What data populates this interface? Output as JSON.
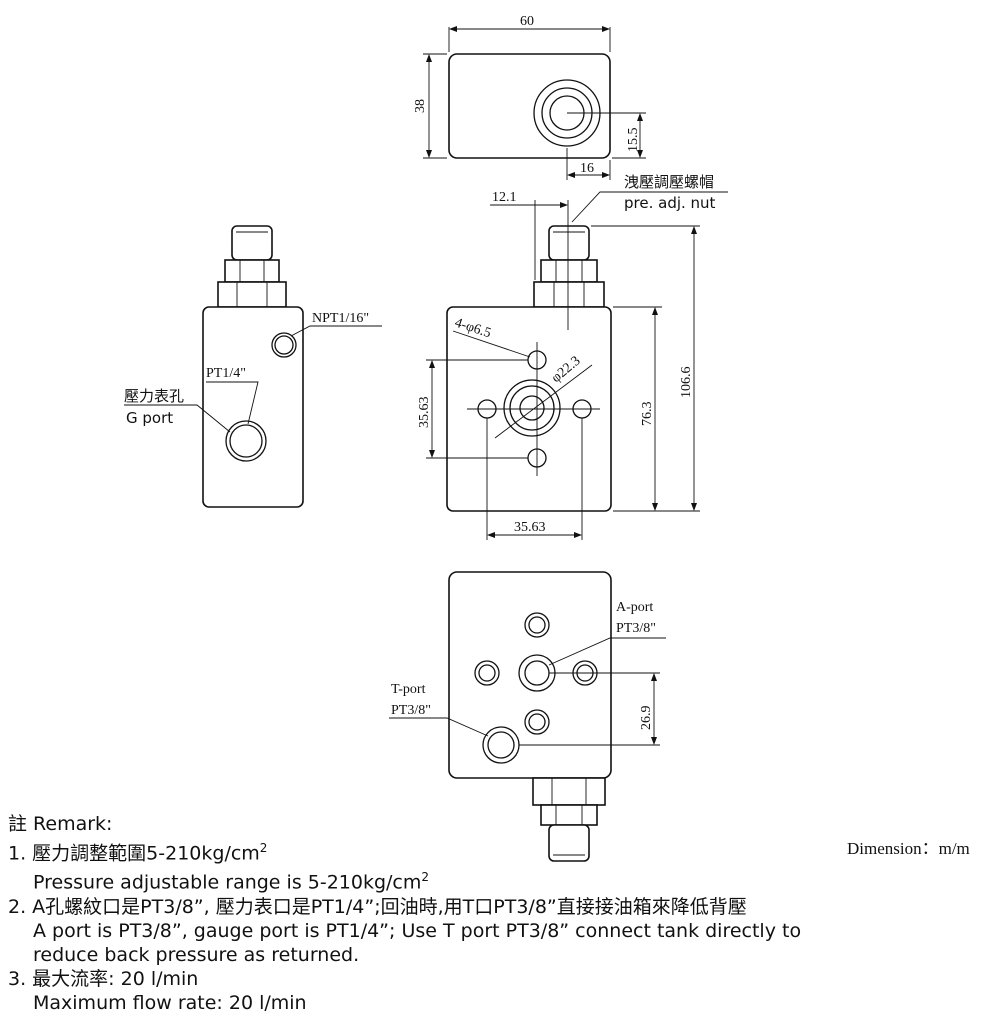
{
  "dimensions": {
    "top_width": "60",
    "top_height": "38",
    "top_offset_h": "15.5",
    "top_offset_w": "16",
    "nut_offset": "12.1",
    "holes": "4-φ6.5",
    "bore": "φ22.3",
    "vert_pitch": "35.63",
    "horiz_pitch": "35.63",
    "body_height": "76.3",
    "total_height": "106.6",
    "port_offset": "26.9"
  },
  "labels": {
    "nut_cn": "洩壓調壓螺帽",
    "nut_en": "pre. adj. nut",
    "npt": "NPT1/16\"",
    "pt14": "PT1/4\"",
    "gport_cn": "壓力表孔",
    "gport_en": "G  port",
    "aport": "A-port",
    "aport_size": "PT3/8\"",
    "tport": "T-port",
    "tport_size": "PT3/8\""
  },
  "dimension_unit": "Dimension：m/m",
  "remarks": {
    "title": "註  Remark:",
    "r1_cn": "1. 壓力調整範圍5-210kg/cm",
    "r1_sup": "2",
    "r1_en": "Pressure adjustable range is  5-210kg/cm",
    "r1_en_sup": "2",
    "r2_cn": "2. A孔螺紋口是PT3/8”, 壓力表口是PT1/4”;回油時,用T口PT3/8”直接接油箱來降低背壓",
    "r2_en1": "A port is PT3/8”, gauge port is PT1/4”; Use T port PT3/8” connect tank directly to",
    "r2_en2": "reduce back pressure as returned.",
    "r3_cn": "3. 最大流率: 20 l/min",
    "r3_en": "Maximum flow rate: 20 l/min"
  }
}
